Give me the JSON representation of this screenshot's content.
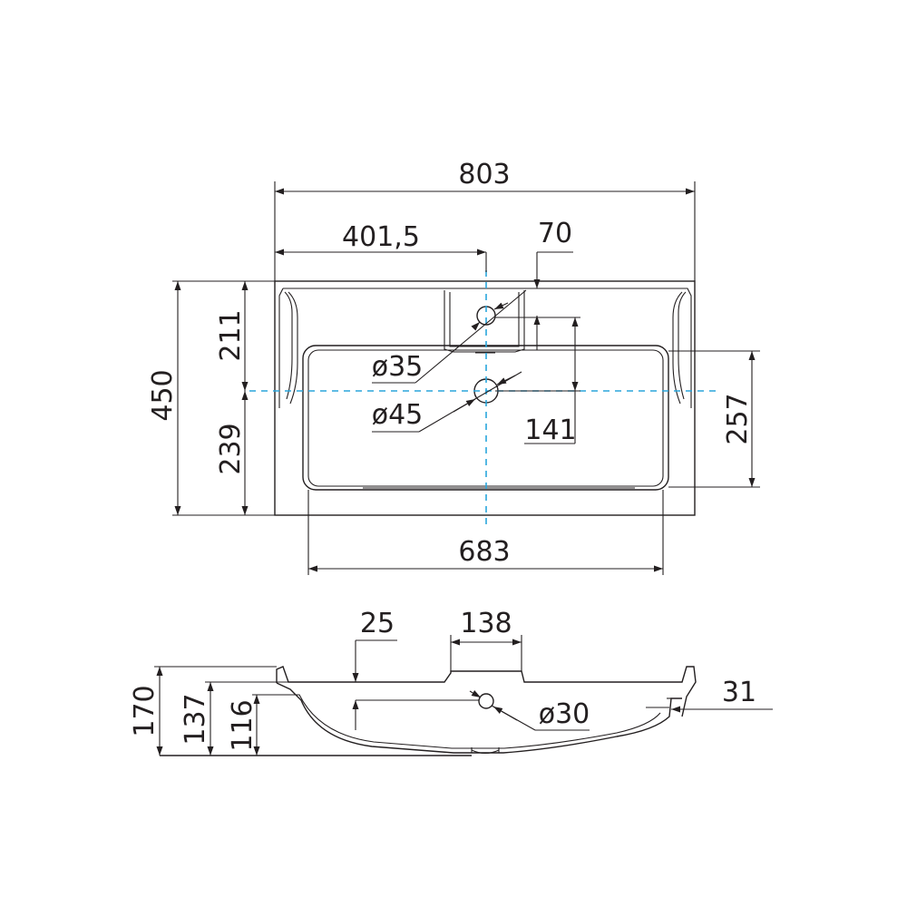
{
  "top_view": {
    "dimensions": {
      "overall_width": "803",
      "half_width": "401,5",
      "offset_70": "70",
      "overall_depth": "450",
      "upper_depth": "211",
      "lower_depth": "239",
      "drain_offset": "141",
      "bowl_depth": "257",
      "bowl_width": "683",
      "tap_hole": "ø35",
      "drain_hole": "ø45"
    }
  },
  "side_view": {
    "dimensions": {
      "offset_25": "25",
      "overflow_width": "138",
      "overflow_hole": "ø30",
      "total_height": "170",
      "height_137": "137",
      "height_116": "116",
      "rim_31": "31"
    }
  },
  "colors": {
    "line": "#231f20",
    "axis": "#2aa6dc"
  }
}
